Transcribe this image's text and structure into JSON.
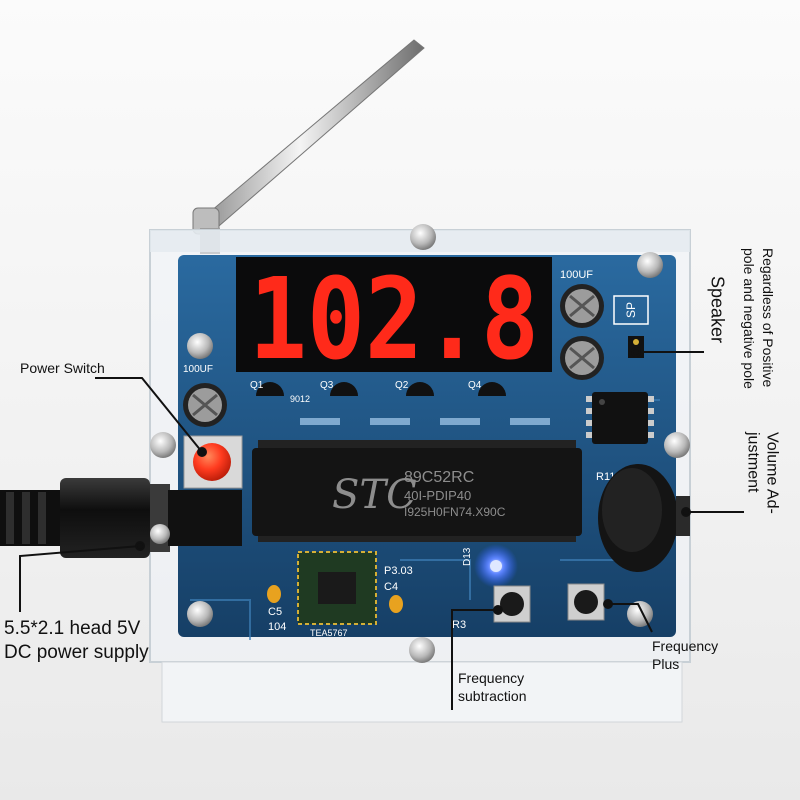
{
  "display": {
    "reading": "102.8"
  },
  "chip": {
    "brand": "STC",
    "model": "89C52RC",
    "line2": "40I-PDIP40",
    "line3": "I925H0FN74.X90C"
  },
  "fm_chip": {
    "label": "TEA5767"
  },
  "silkscreen": {
    "cap_top": "100UF",
    "cap_left": "100UF",
    "sp": "SP",
    "q1": "Q1",
    "q2": "Q2",
    "q3": "Q3",
    "q4": "Q4",
    "t9012": "9012",
    "c4": "C4",
    "c5": "C5",
    "c104": "104",
    "p3": "P3.03",
    "d13": "D13",
    "r3": "R3",
    "r11": "R11"
  },
  "annotations": {
    "power_switch": "Power Switch",
    "power_supply_line1": "5.5*2.1 head 5V",
    "power_supply_line2": "DC power supply",
    "speaker": "Speaker",
    "polarity_line1": "Regardless of Positive",
    "polarity_line2": "pole and negative pole",
    "volume_line1": "Volume Ad-",
    "volume_line2": "justment",
    "freq_sub_line1": "Frequency",
    "freq_sub_line2": "subtraction",
    "freq_plus_line1": "Frequency",
    "freq_plus_line2": "Plus"
  },
  "colors": {
    "pcb": "#1d4f7c",
    "display_digits": "#ff2a1a",
    "led_blue": "#2a5cff",
    "switch_red": "#ff3b1f"
  }
}
